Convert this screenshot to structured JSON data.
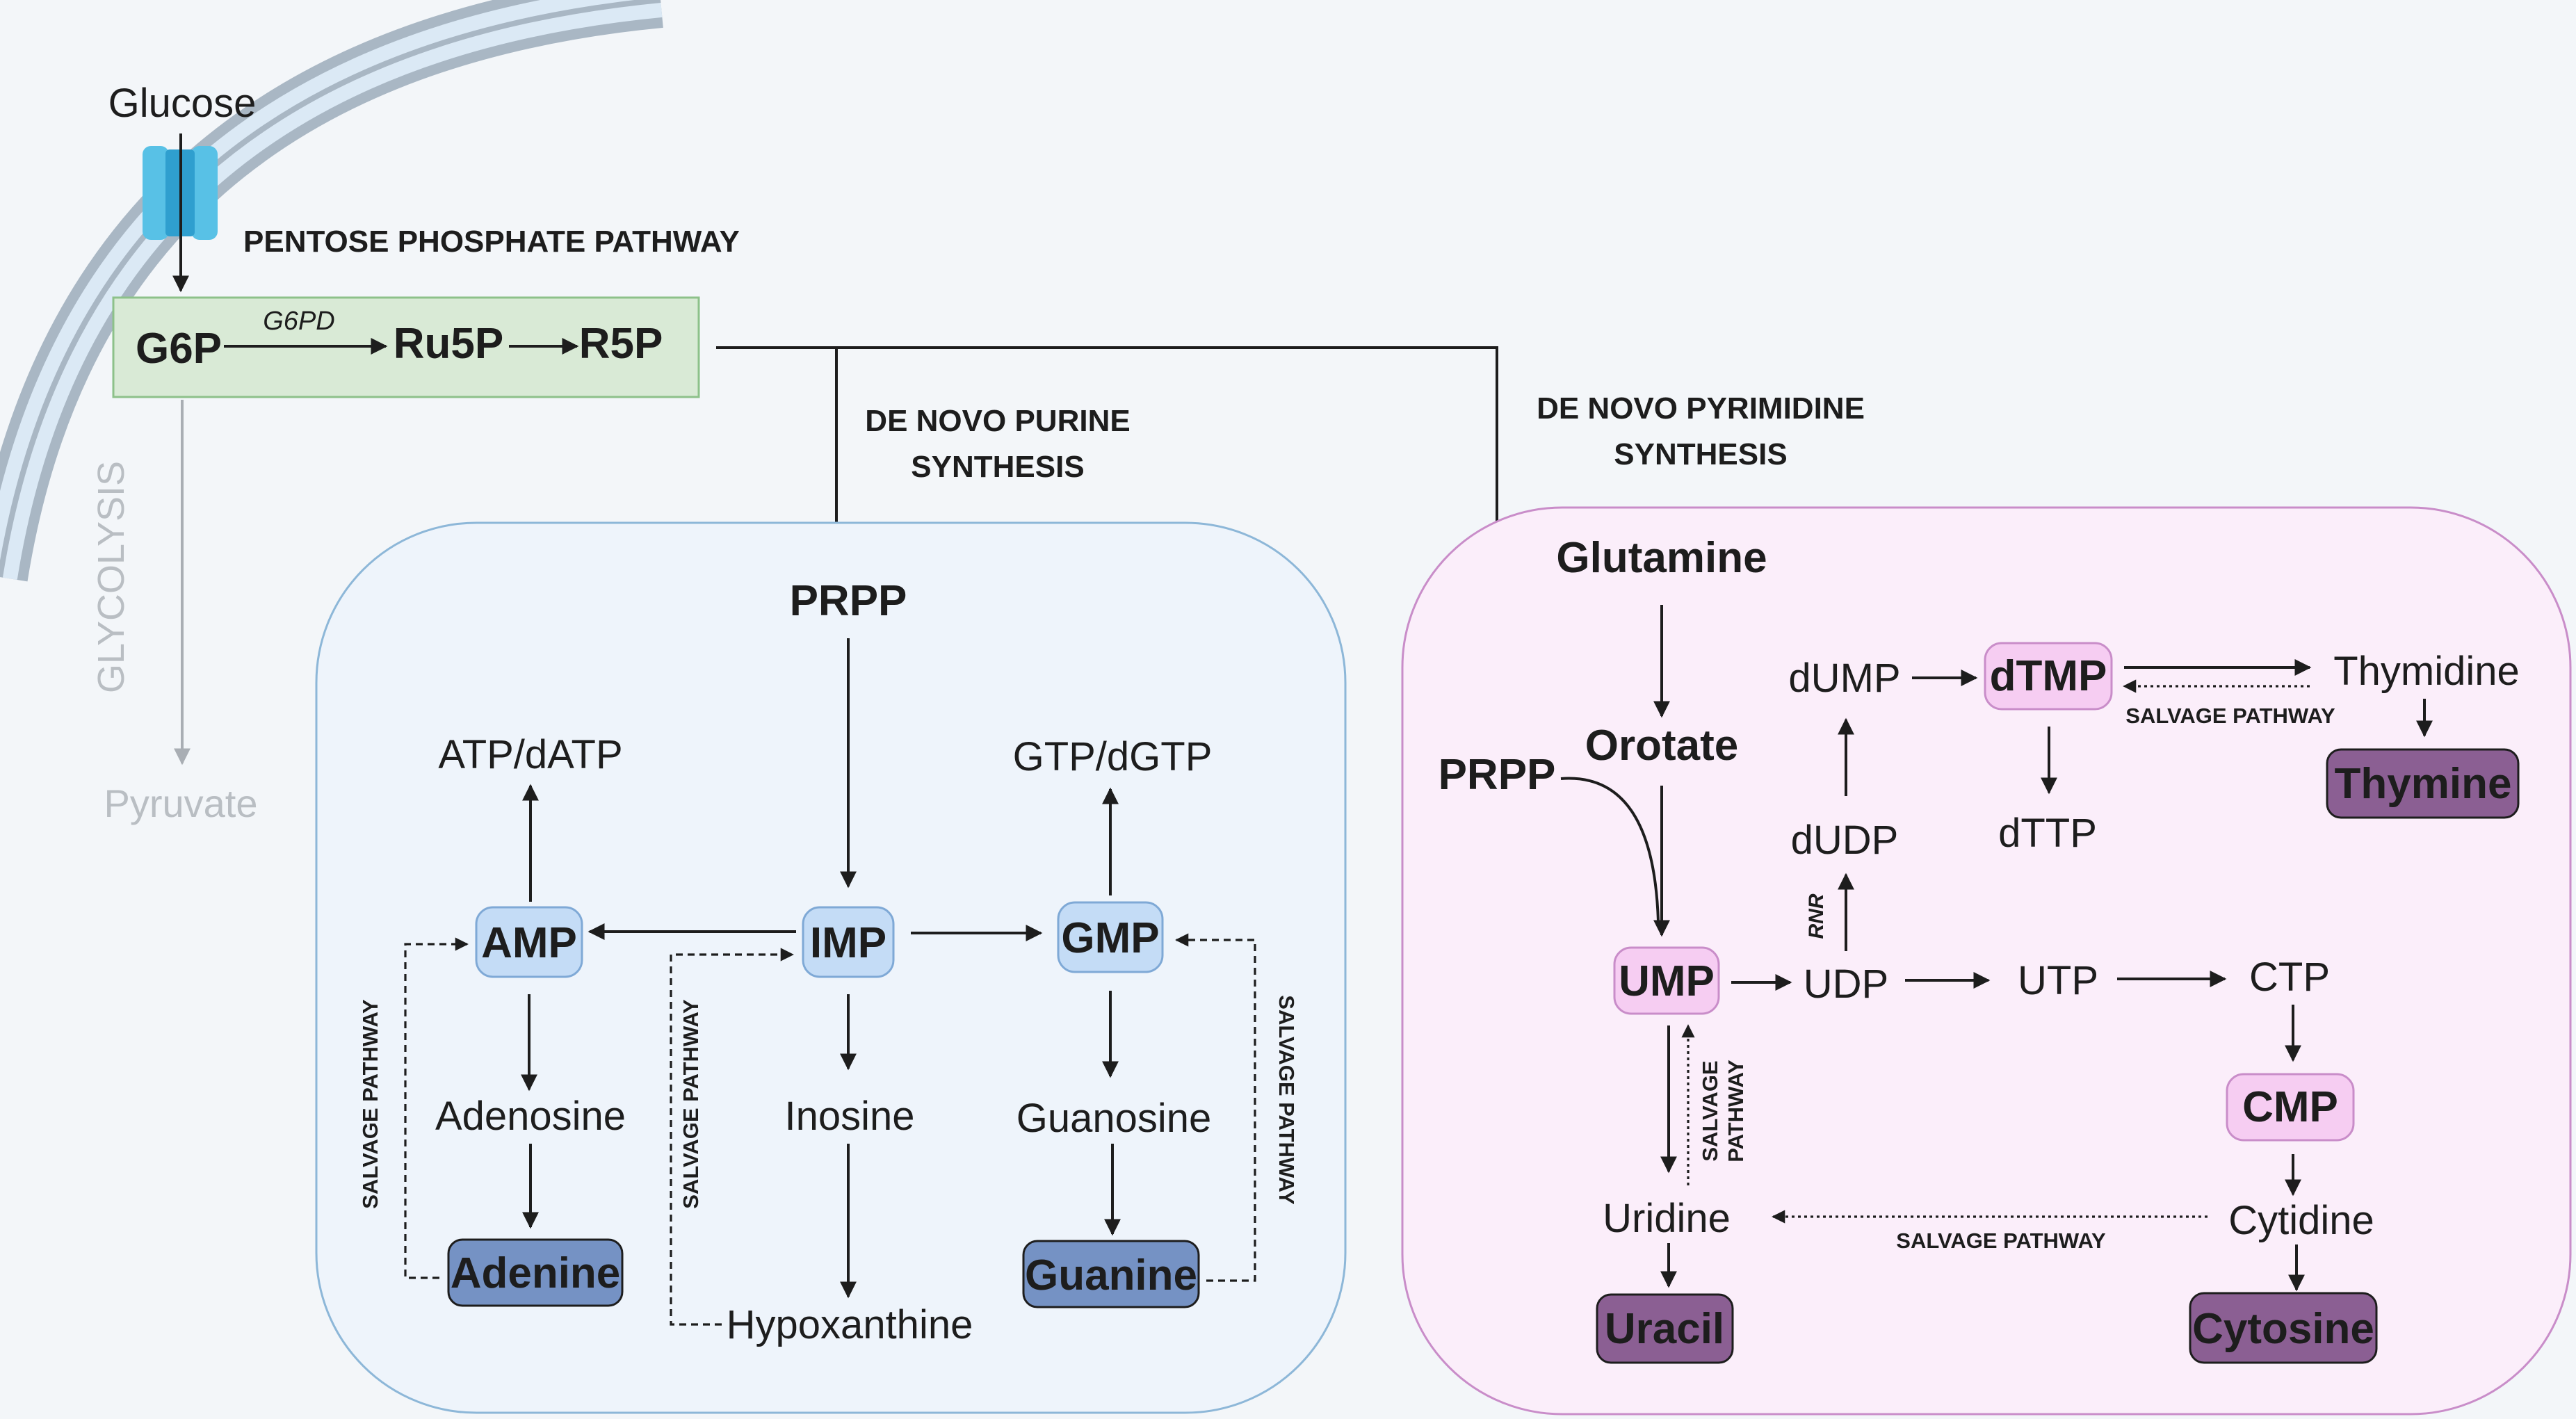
{
  "cell": {
    "glucose": "Glucose",
    "glycolysis": "GLYCOLYSIS",
    "pyruvate": "Pyruvate"
  },
  "ppp": {
    "title": "PENTOSE PHOSPHATE PATHWAY",
    "g6p": "G6P",
    "g6pd": "G6PD",
    "ru5p": "Ru5P",
    "r5p": "R5P"
  },
  "purine": {
    "title_line1": "DE NOVO PURINE",
    "title_line2": "SYNTHESIS",
    "prpp": "PRPP",
    "atp": "ATP/dATP",
    "gtp": "GTP/dGTP",
    "amp": "AMP",
    "imp": "IMP",
    "gmp": "GMP",
    "adenosine": "Adenosine",
    "inosine": "Inosine",
    "guanosine": "Guanosine",
    "adenine": "Adenine",
    "guanine": "Guanine",
    "hypoxanthine": "Hypoxanthine",
    "salvage": "SALVAGE PATHWAY"
  },
  "pyrimidine": {
    "title_line1": "DE NOVO PYRIMIDINE",
    "title_line2": "SYNTHESIS",
    "prpp": "PRPP",
    "glutamine": "Glutamine",
    "orotate": "Orotate",
    "ump": "UMP",
    "udp": "UDP",
    "utp": "UTP",
    "ctp": "CTP",
    "cmp": "CMP",
    "cytidine": "Cytidine",
    "cytosine": "Cytosine",
    "uridine": "Uridine",
    "uracil": "Uracil",
    "dudp": "dUDP",
    "rnr": "RNR",
    "dump": "dUMP",
    "dtmp": "dTMP",
    "dttp": "dTTP",
    "thymidine": "Thymidine",
    "thymine": "Thymine",
    "salvage": "SALVAGE PATHWAY",
    "salvage_l1": "SALVAGE",
    "salvage_l2": "PATHWAY"
  },
  "colors": {
    "background": "#f3f6f9",
    "purine_box_fill": "#eef4fb",
    "purine_box_stroke": "#8db7d8",
    "pyrimidine_box_fill": "#fbeefa",
    "pyrimidine_box_stroke": "#c98dc9",
    "ppp_fill": "#d9ead6",
    "ppp_stroke": "#8dc18a",
    "light_blue_node": "#c4dcf6",
    "dark_blue_node": "#7592c4",
    "pink_node": "#f6cdf2",
    "purple_node": "#8b5f93",
    "membrane_blue": "#cfe1f0",
    "membrane_grey": "#a9b7c4",
    "transporter": "#58c1e6"
  }
}
